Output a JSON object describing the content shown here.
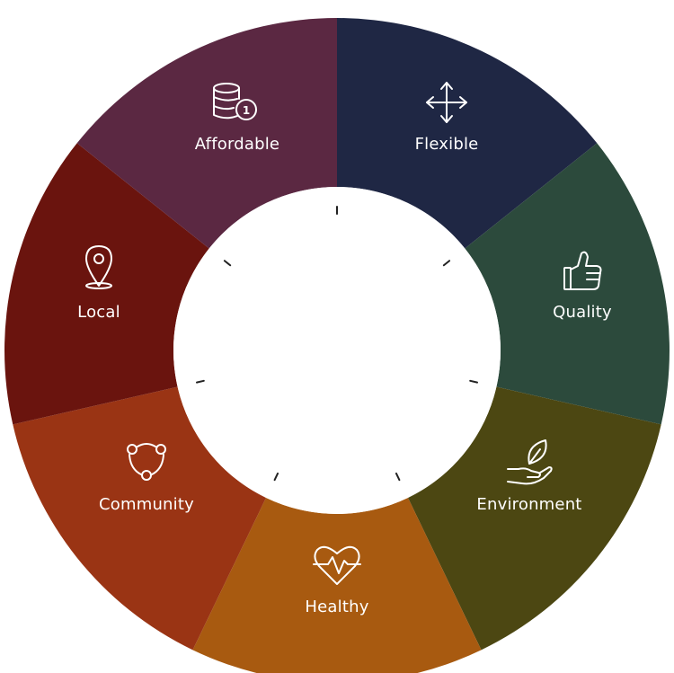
{
  "segments": [
    {
      "label": "Flexible",
      "icon": "move-arrows-icon",
      "color": "#1f2744"
    },
    {
      "label": "Quality",
      "icon": "thumbs-up-icon",
      "color": "#2c4a3c"
    },
    {
      "label": "Environment",
      "icon": "hand-leaf-icon",
      "color": "#4c4712"
    },
    {
      "label": "Healthy",
      "icon": "heart-pulse-icon",
      "color": "#a85a10"
    },
    {
      "label": "Community",
      "icon": "network-icon",
      "color": "#9a3414"
    },
    {
      "label": "Local",
      "icon": "map-pin-icon",
      "color": "#6a140e"
    },
    {
      "label": "Affordable",
      "icon": "coins-icon",
      "color": "#5b2842"
    }
  ],
  "affordable_badge": "1",
  "center_color": "#ffffff",
  "tick_color": "#222222"
}
